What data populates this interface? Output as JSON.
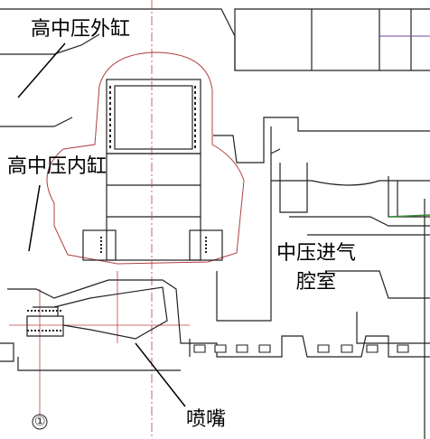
{
  "labels": {
    "hp_ip_outer_casing": "高中压外缸",
    "hp_ip_inner_casing": "高中压内缸",
    "ip_inlet_chamber_line1": "中压进气",
    "ip_inlet_chamber_line2": "腔室",
    "nozzle": "喷嘴",
    "section_mark": "①"
  },
  "colors": {
    "outline": "#222222",
    "casing_boundary": "#b04040",
    "centerline": "#c04040",
    "accent_green": "#3a8a3a",
    "detail_purple": "#6a4aa0"
  }
}
